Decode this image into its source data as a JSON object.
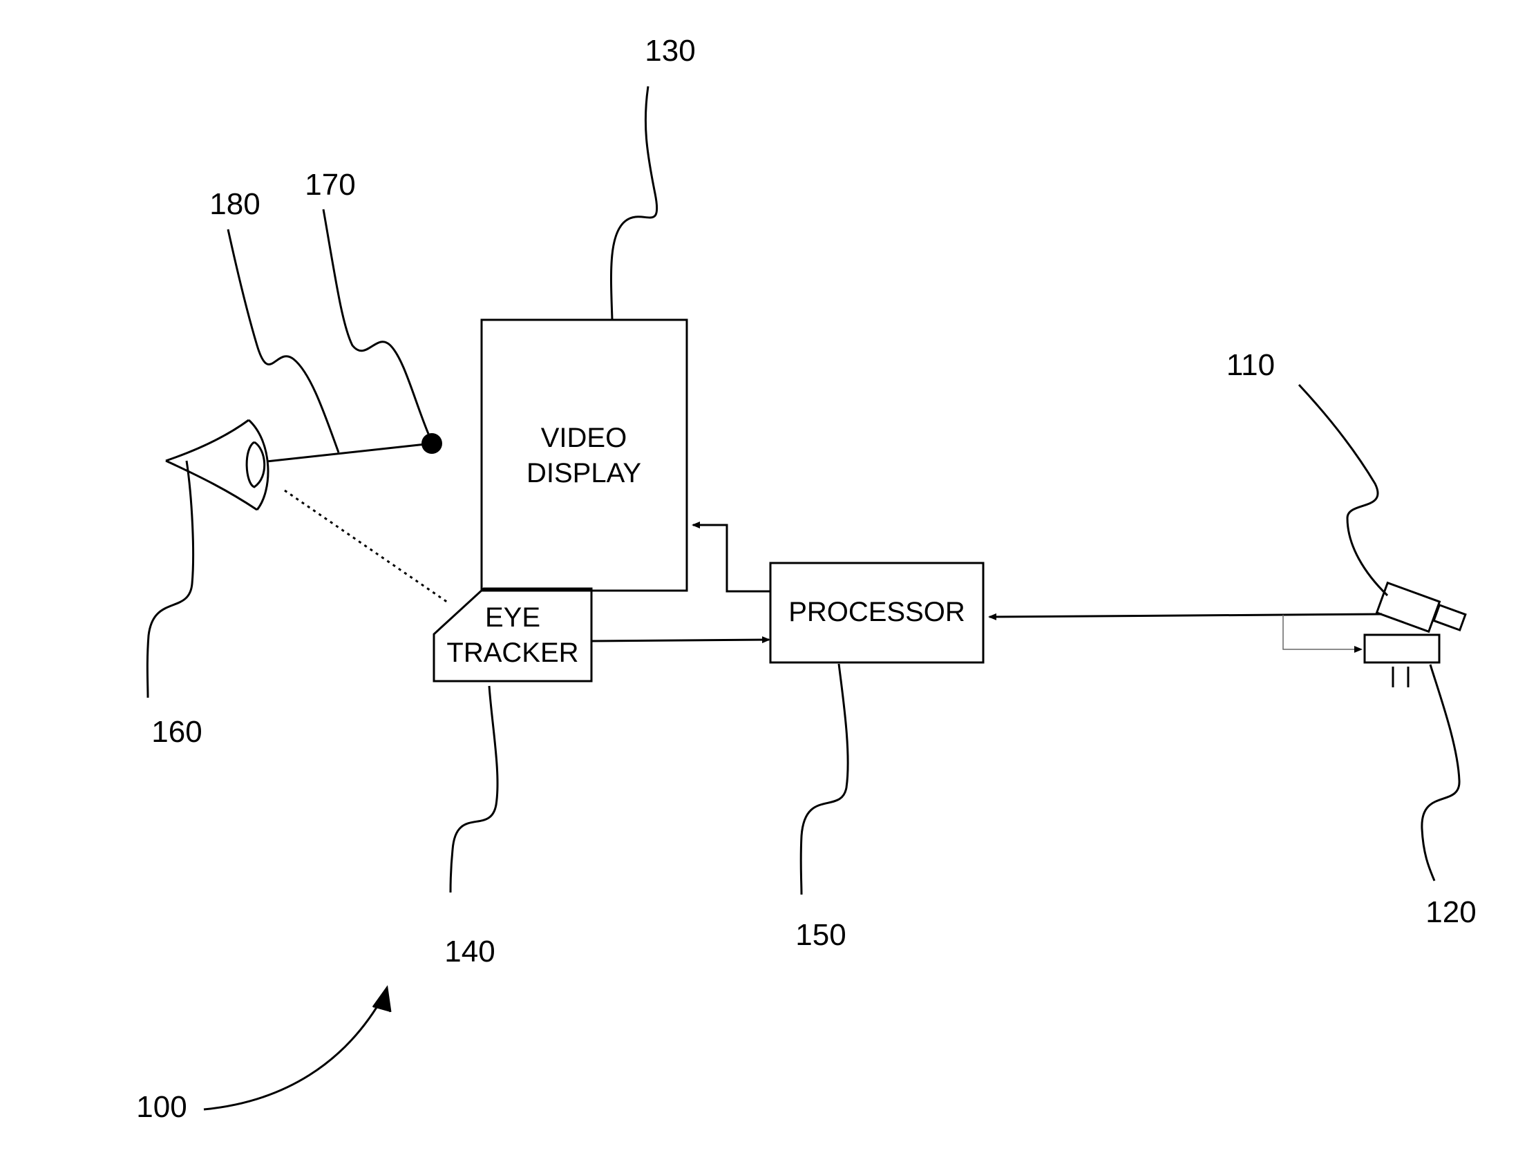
{
  "components": {
    "video_display": {
      "ref": "130",
      "label_line1": "VIDEO",
      "label_line2": "DISPLAY"
    },
    "eye_tracker": {
      "ref": "140",
      "label_line1": "EYE",
      "label_line2": "TRACKER"
    },
    "processor": {
      "ref": "150",
      "label": "PROCESSOR"
    },
    "camera": {
      "ref": "110"
    },
    "camera_2": {
      "ref": "120"
    },
    "eye": {
      "ref": "160"
    },
    "gaze_point": {
      "ref": "170"
    },
    "gaze_line": {
      "ref": "180"
    },
    "system": {
      "ref": "100"
    }
  }
}
